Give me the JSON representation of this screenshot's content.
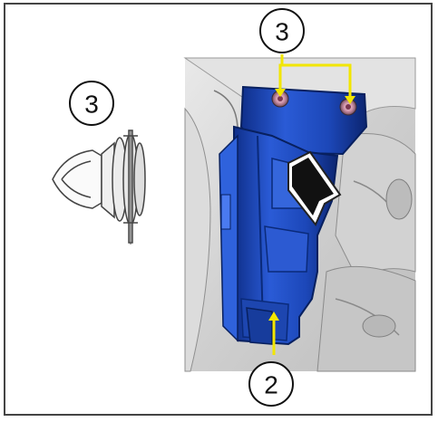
{
  "figure": {
    "callouts": [
      {
        "id": "top-fasteners",
        "label": "3"
      },
      {
        "id": "clip-detail",
        "label": "3"
      },
      {
        "id": "bottom-fastener",
        "label": "2"
      }
    ],
    "colors": {
      "leader": "#f2e600",
      "bracket": "#1f4fc4",
      "bracket_dark": "#0f2f8a",
      "background_photo": "#d9d9d9",
      "frame": "#444444"
    },
    "icons": [
      "push-pin-clip-icon",
      "direction-arrow-icon"
    ]
  }
}
